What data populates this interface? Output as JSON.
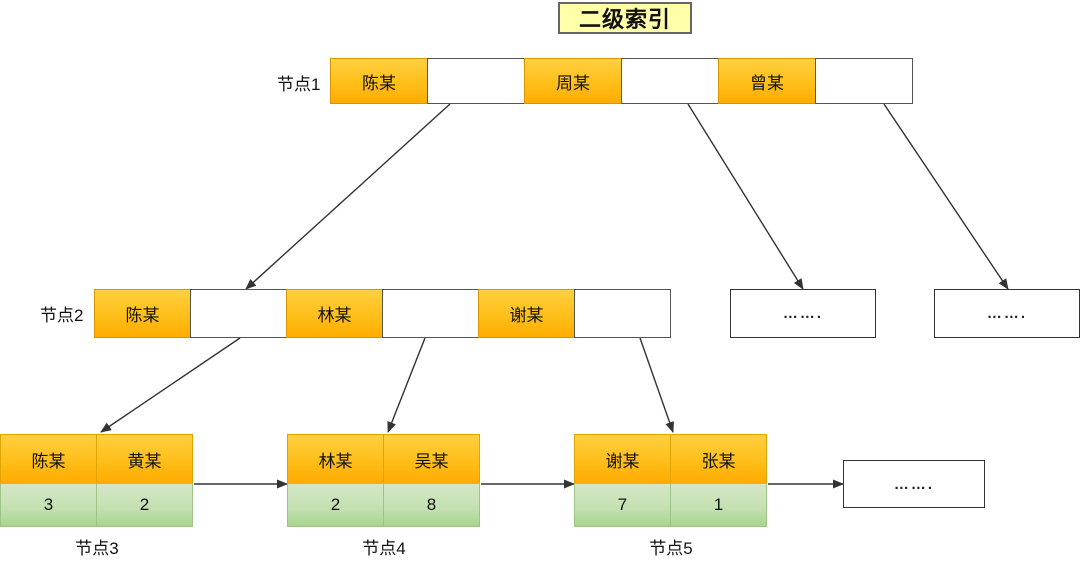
{
  "title": "二级索引",
  "levels": {
    "level1": {
      "label": "节点1",
      "cells": [
        {
          "type": "key",
          "text": "陈某"
        },
        {
          "type": "ptr",
          "text": ""
        },
        {
          "type": "key",
          "text": "周某"
        },
        {
          "type": "ptr",
          "text": ""
        },
        {
          "type": "key",
          "text": "曾某"
        },
        {
          "type": "ptr",
          "text": ""
        }
      ]
    },
    "level2": {
      "label": "节点2",
      "cells": [
        {
          "type": "key",
          "text": "陈某"
        },
        {
          "type": "ptr",
          "text": ""
        },
        {
          "type": "key",
          "text": "林某"
        },
        {
          "type": "ptr",
          "text": ""
        },
        {
          "type": "key",
          "text": "谢某"
        },
        {
          "type": "ptr",
          "text": ""
        }
      ],
      "ellipsis_boxes": [
        {
          "text": "……."
        },
        {
          "text": "……."
        }
      ]
    },
    "leaves": [
      {
        "caption": "节点3",
        "keys": [
          "陈某",
          "黄某"
        ],
        "values": [
          "3",
          "2"
        ]
      },
      {
        "caption": "节点4",
        "keys": [
          "林某",
          "吴某"
        ],
        "values": [
          "2",
          "8"
        ]
      },
      {
        "caption": "节点5",
        "keys": [
          "谢某",
          "张某"
        ],
        "values": [
          "7",
          "1"
        ]
      }
    ],
    "leaf_tail": {
      "text": "……."
    }
  },
  "colors": {
    "title_bg": "#ffffaa",
    "key_cell": "#ffc220",
    "value_cell": "#bcdfa6",
    "border": "#555555",
    "arrow": "#333333"
  }
}
